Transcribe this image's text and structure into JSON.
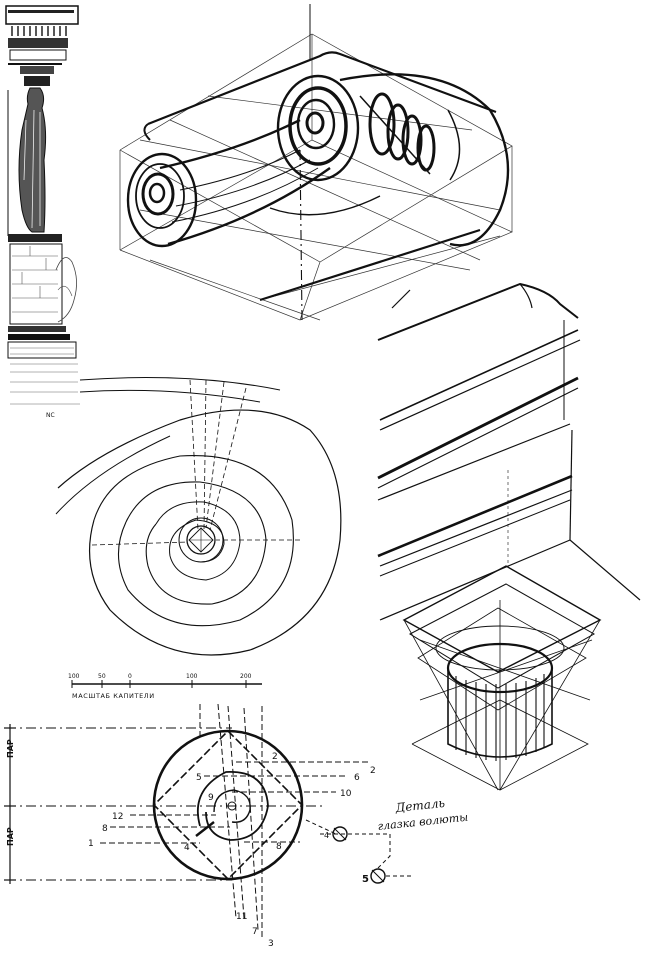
{
  "figure": {
    "scale_bar": {
      "caption": "МАСШТАБ КАПИТЕЛИ",
      "ticks": [
        "100",
        "50",
        "0",
        "100",
        "200"
      ]
    },
    "side_labels": {
      "upper": "ПАР",
      "lower": "ПАР"
    },
    "volute_detail": {
      "caption_line1": "Деталь",
      "caption_line2": "глазка волюты",
      "center_numbers": [
        "1",
        "2",
        "3",
        "4",
        "5",
        "6",
        "7",
        "8",
        "9",
        "10",
        "11",
        "12"
      ],
      "side_markers": [
        "4",
        "5"
      ]
    },
    "engraving_signature": "NC"
  }
}
